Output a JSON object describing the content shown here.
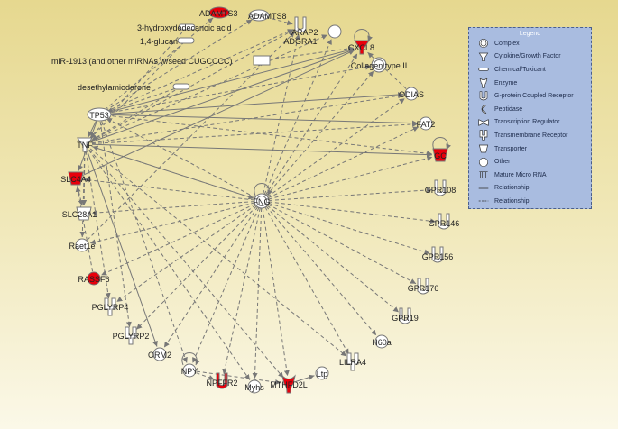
{
  "colors": {
    "highlight": "#e8000b",
    "plain": "#ffffff",
    "edge": "#777777",
    "legend_bg": "#a9bce0"
  },
  "legend": {
    "title": "Legend",
    "items": [
      {
        "label": "Complex",
        "icon": "complex-icon"
      },
      {
        "label": "Cytokine/Growth Factor",
        "icon": "cytokine-icon"
      },
      {
        "label": "Chemical/Toxicant",
        "icon": "chemical-icon"
      },
      {
        "label": "Enzyme",
        "icon": "enzyme-icon"
      },
      {
        "label": "G-protein Coupled Receptor",
        "icon": "gpcr-icon"
      },
      {
        "label": "Peptidase",
        "icon": "peptidase-icon"
      },
      {
        "label": "Transcription Regulator",
        "icon": "transcription-regulator-icon"
      },
      {
        "label": "Transmembrane Receptor",
        "icon": "transmembrane-receptor-icon"
      },
      {
        "label": "Transporter",
        "icon": "transporter-icon"
      },
      {
        "label": "Other",
        "icon": "other-icon"
      },
      {
        "label": "Mature Micro RNA",
        "icon": "micro-rna-icon"
      },
      {
        "label": "Relationship",
        "icon": "solid-line-icon"
      },
      {
        "label": "Relationship",
        "icon": "dashed-line-icon"
      }
    ]
  },
  "nodes": [
    {
      "id": "ADAMTS3",
      "label": "ADAMTS3",
      "type": "peptidase",
      "highlight": true
    },
    {
      "id": "ADAMTS8",
      "label": "ADAMTS8",
      "type": "peptidase",
      "highlight": false
    },
    {
      "id": "ADGRA1",
      "label": "ADGRA1",
      "type": "gpcr",
      "highlight": false
    },
    {
      "id": "ARAP2",
      "label": "ARAP2",
      "type": "other",
      "highlight": false
    },
    {
      "id": "CXCL8",
      "label": "CXCL8",
      "type": "cytokine",
      "highlight": true
    },
    {
      "id": "Collagen",
      "label": "Collagen type II",
      "type": "complex",
      "highlight": false
    },
    {
      "id": "HDA",
      "label": "3-hydroxydodecanoic acid",
      "type": "chemical",
      "highlight": false
    },
    {
      "id": "Glucan",
      "label": "1,4-glucan",
      "type": "chemical",
      "highlight": false
    },
    {
      "id": "miR1913",
      "label": "miR-1913 (and other miRNAs w/seed CUGCCCC)",
      "type": "mirna",
      "highlight": false
    },
    {
      "id": "Desethyl",
      "label": "desethylamiodarone",
      "type": "chemical",
      "highlight": false
    },
    {
      "id": "TP53",
      "label": "TP53",
      "type": "transcription",
      "highlight": false
    },
    {
      "id": "TNF",
      "label": "TNF",
      "type": "cytokine",
      "highlight": false
    },
    {
      "id": "ODIAS",
      "label": "ODIAS",
      "type": "other",
      "highlight": false
    },
    {
      "id": "FAT2",
      "label": "FAT2",
      "type": "other",
      "highlight": false
    },
    {
      "id": "GC",
      "label": "GC",
      "type": "transporter",
      "highlight": true
    },
    {
      "id": "SLC4A4",
      "label": "SLC4A4",
      "type": "transporter",
      "highlight": true
    },
    {
      "id": "SLC28A1",
      "label": "SLC28A1",
      "type": "transporter",
      "highlight": false
    },
    {
      "id": "Raet1e",
      "label": "Raet1e",
      "type": "other",
      "highlight": false
    },
    {
      "id": "FNG",
      "label": "FNG",
      "type": "complex",
      "highlight": false
    },
    {
      "id": "GPR108",
      "label": "GPR108",
      "type": "gpcr",
      "highlight": false
    },
    {
      "id": "GPR146",
      "label": "GPR146",
      "type": "gpcr",
      "highlight": false
    },
    {
      "id": "GPR156",
      "label": "GPR156",
      "type": "gpcr",
      "highlight": false
    },
    {
      "id": "GPR176",
      "label": "GPR176",
      "type": "gpcr",
      "highlight": false
    },
    {
      "id": "GPR19",
      "label": "GPR19",
      "type": "gpcr",
      "highlight": false
    },
    {
      "id": "RASSF6",
      "label": "RASSF6",
      "type": "other",
      "highlight": true
    },
    {
      "id": "PGLYRP4",
      "label": "PGLYRP4",
      "type": "receptor",
      "highlight": false
    },
    {
      "id": "PGLYRP2",
      "label": "PGLYRP2",
      "type": "receptor",
      "highlight": false
    },
    {
      "id": "ORM2",
      "label": "ORM2",
      "type": "other",
      "highlight": false
    },
    {
      "id": "NPY",
      "label": "NPY",
      "type": "other",
      "highlight": false
    },
    {
      "id": "NPFFR2",
      "label": "NPFFR2",
      "type": "gpcr",
      "highlight": true
    },
    {
      "id": "Myhs",
      "label": "Myhs",
      "type": "other",
      "highlight": false
    },
    {
      "id": "MTHFD2L",
      "label": "MTHFD2L",
      "type": "enzyme",
      "highlight": true
    },
    {
      "id": "Ltp",
      "label": "Ltp",
      "type": "other",
      "highlight": false
    },
    {
      "id": "LILRA4",
      "label": "LILRA4",
      "type": "receptor",
      "highlight": false
    },
    {
      "id": "H60a",
      "label": "H60a",
      "type": "other",
      "highlight": false
    }
  ],
  "edges": [
    [
      "TP53",
      "ADAMTS3",
      "dashed"
    ],
    [
      "TP53",
      "ADAMTS8",
      "dashed"
    ],
    [
      "TP53",
      "ADGRA1",
      "dashed"
    ],
    [
      "TP53",
      "CXCL8",
      "solid"
    ],
    [
      "TP53",
      "Collagen",
      "dashed"
    ],
    [
      "TP53",
      "ODIAS",
      "solid"
    ],
    [
      "TP53",
      "FAT2",
      "solid"
    ],
    [
      "TP53",
      "GC",
      "dashed"
    ],
    [
      "TP53",
      "SLC4A4",
      "solid"
    ],
    [
      "TP53",
      "TNF",
      "solid"
    ],
    [
      "TP53",
      "NPY",
      "dashed"
    ],
    [
      "TP53",
      "PGLYRP2",
      "dashed"
    ],
    [
      "TNF",
      "CXCL8",
      "solid"
    ],
    [
      "TNF",
      "ADGRA1",
      "dashed"
    ],
    [
      "TNF",
      "ARAP2",
      "dashed"
    ],
    [
      "TNF",
      "ODIAS",
      "dashed"
    ],
    [
      "TNF",
      "FAT2",
      "dashed"
    ],
    [
      "TNF",
      "GC",
      "solid"
    ],
    [
      "TNF",
      "SLC28A1",
      "dashed"
    ],
    [
      "TNF",
      "Raet1e",
      "dashed"
    ],
    [
      "TNF",
      "FNG",
      "dashed"
    ],
    [
      "TNF",
      "ORM2",
      "solid"
    ],
    [
      "TNF",
      "PGLYRP4",
      "dashed"
    ],
    [
      "TNF",
      "Myhs",
      "dashed"
    ],
    [
      "TNF",
      "MTHFD2L",
      "dashed"
    ],
    [
      "TNF",
      "LILRA4",
      "dashed"
    ],
    [
      "HDA",
      "TNF",
      "dashed"
    ],
    [
      "Glucan",
      "TNF",
      "dashed"
    ],
    [
      "miR1913",
      "CXCL8",
      "dashed"
    ],
    [
      "Desethyl",
      "TNF",
      "dashed"
    ],
    [
      "Desethyl",
      "TP53",
      "dashed"
    ],
    [
      "FNG",
      "CXCL8",
      "dashed"
    ],
    [
      "FNG",
      "Collagen",
      "dashed"
    ],
    [
      "FNG",
      "ODIAS",
      "dashed"
    ],
    [
      "FNG",
      "FAT2",
      "dashed"
    ],
    [
      "FNG",
      "GC",
      "dashed"
    ],
    [
      "FNG",
      "GPR108",
      "dashed"
    ],
    [
      "FNG",
      "GPR146",
      "dashed"
    ],
    [
      "FNG",
      "GPR156",
      "dashed"
    ],
    [
      "FNG",
      "GPR176",
      "dashed"
    ],
    [
      "FNG",
      "GPR19",
      "dashed"
    ],
    [
      "FNG",
      "H60a",
      "dashed"
    ],
    [
      "FNG",
      "LILRA4",
      "dashed"
    ],
    [
      "FNG",
      "MTHFD2L",
      "dashed"
    ],
    [
      "FNG",
      "Myhs",
      "dashed"
    ],
    [
      "FNG",
      "NPFFR2",
      "dashed"
    ],
    [
      "FNG",
      "NPY",
      "dashed"
    ],
    [
      "FNG",
      "ORM2",
      "dashed"
    ],
    [
      "FNG",
      "PGLYRP2",
      "dashed"
    ],
    [
      "FNG",
      "PGLYRP4",
      "dashed"
    ],
    [
      "FNG",
      "RASSF6",
      "dashed"
    ],
    [
      "FNG",
      "Raet1e",
      "dashed"
    ],
    [
      "FNG",
      "SLC28A1",
      "dashed"
    ],
    [
      "FNG",
      "SLC4A4",
      "dashed"
    ],
    [
      "FNG",
      "TNF",
      "dashed"
    ],
    [
      "FNG",
      "TP53",
      "dashed"
    ],
    [
      "FNG",
      "ADGRA1",
      "dashed"
    ],
    [
      "FNG",
      "ARAP2",
      "dashed"
    ],
    [
      "SLC4A4",
      "CXCL8",
      "solid"
    ],
    [
      "SLC4A4",
      "SLC28A1",
      "dashed"
    ],
    [
      "RASSF6",
      "SLC4A4",
      "dashed"
    ],
    [
      "Raet1e",
      "ADGRA1",
      "dashed"
    ],
    [
      "NPY",
      "MTHFD2L",
      "dashed"
    ],
    [
      "NPY",
      "NPFFR2",
      "dashed"
    ],
    [
      "MTHFD2L",
      "Ltp",
      "solid"
    ],
    [
      "ODIAS",
      "CXCL8",
      "dashed"
    ],
    [
      "ADAMTS8",
      "ADGRA1",
      "dashed"
    ]
  ]
}
